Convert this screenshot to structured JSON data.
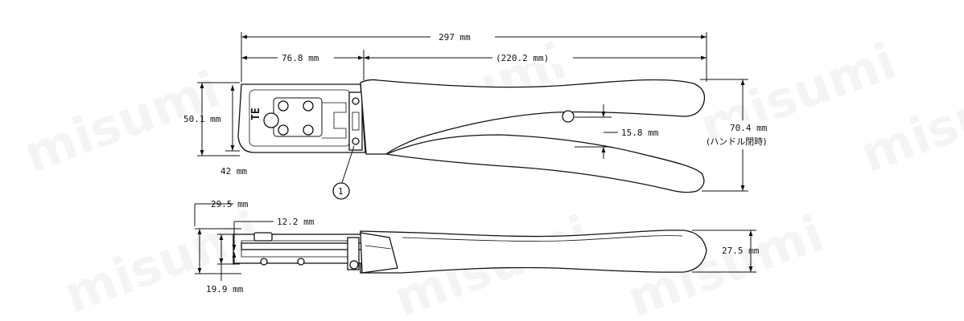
{
  "watermark": "misumi",
  "dimensions": {
    "total_length": "297 mm",
    "head_length": "76.8 mm",
    "handle_length": "(220.2 mm)",
    "head_height": "50.1 mm",
    "head_depth": "42 mm",
    "handle_gap": "15.8 mm",
    "closed_height": "70.4 mm",
    "closed_note": "(ハンドル閉時)",
    "bottom_width": "29.5 mm",
    "bottom_inner": "12.2 mm",
    "bottom_die": "19.9 mm",
    "bottom_handle": "27.5 mm"
  },
  "callout": "1",
  "logo": "TE"
}
